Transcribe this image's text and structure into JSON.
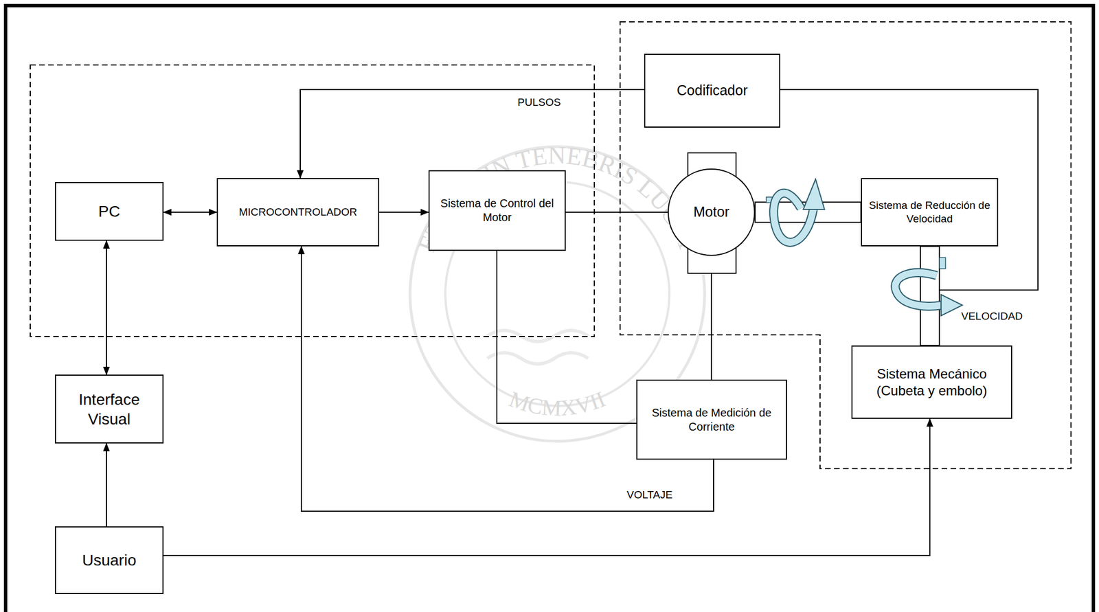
{
  "diagram": {
    "nodes": [
      {
        "text": [
          "Codificador"
        ]
      },
      {
        "text": [
          "PC"
        ]
      },
      {
        "text": [
          "MICROCONTROLADOR"
        ]
      },
      {
        "text": [
          "Sistema de Control del Motor"
        ]
      },
      {
        "text": [
          "Motor"
        ]
      },
      {
        "text": [
          "Sistema de Reducción de Velocidad"
        ]
      },
      {
        "text": [
          "Interface Visual"
        ]
      },
      {
        "text": [
          "Sistema de Medición de Corriente"
        ]
      },
      {
        "text": [
          "Sistema Mecánico (Cubeta y embolo)"
        ]
      },
      {
        "text": [
          "Usuario"
        ]
      }
    ],
    "edges": [
      {
        "from": 0,
        "to": 2,
        "arrow": "to",
        "label": "PULSOS"
      },
      {
        "from": 1,
        "to": 2,
        "arrow": "both"
      },
      {
        "from": 2,
        "to": 3,
        "arrow": "to"
      },
      {
        "from": 3,
        "to": 4,
        "arrow": "none"
      },
      {
        "from": 4,
        "to": 5,
        "arrow": "none"
      },
      {
        "from": 5,
        "to": 8,
        "arrow": "none"
      },
      {
        "from": 5,
        "to": 0,
        "arrow": "none",
        "label": "VELOCIDAD"
      },
      {
        "from": 3,
        "to": 7,
        "arrow": "none"
      },
      {
        "from": 4,
        "to": 7,
        "arrow": "none"
      },
      {
        "from": 7,
        "to": 2,
        "arrow": "to",
        "label": "VOLTAJE"
      },
      {
        "from": 1,
        "to": 6,
        "arrow": "both"
      },
      {
        "from": 9,
        "to": 6,
        "arrow": "to"
      },
      {
        "from": 9,
        "to": 8,
        "arrow": "to"
      }
    ],
    "labels": [
      "ET LUX IN TENEBRIS LUCET",
      "MCMXVII"
    ]
  }
}
